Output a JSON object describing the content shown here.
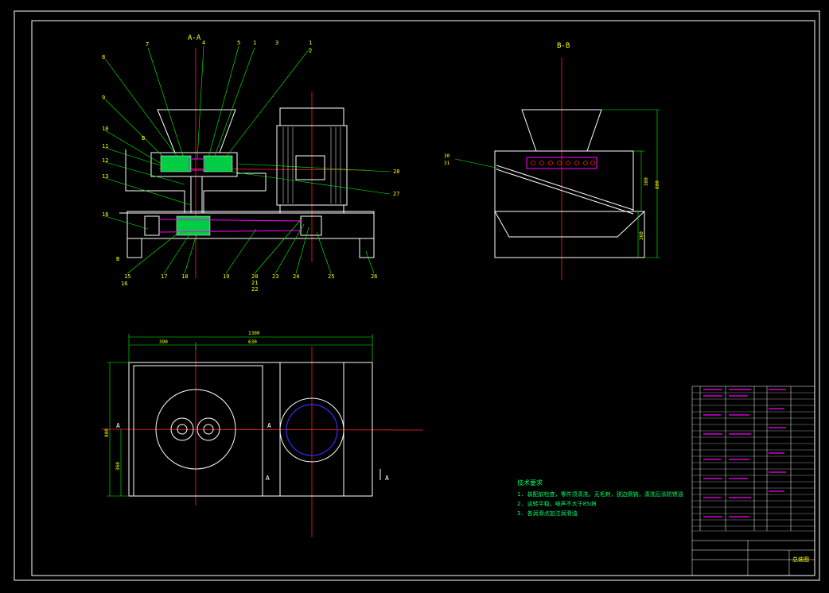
{
  "view_titles": {
    "section_aa": "A-A",
    "section_bb": "B-B"
  },
  "callouts_top": [
    "7",
    "4",
    "5",
    "1",
    "3",
    "1",
    "2"
  ],
  "callouts_left": [
    "8",
    "9",
    "10",
    "11",
    "12",
    "13",
    "16"
  ],
  "callouts_bottom": [
    "15",
    "16",
    "17",
    "18",
    "19",
    "20",
    "21",
    "22",
    "23",
    "24",
    "25",
    "26"
  ],
  "callouts_right": [
    "28",
    "27"
  ],
  "section_b_marks": [
    "B",
    "B"
  ],
  "bb_callouts": [
    "30",
    "31"
  ],
  "bb_dims": [
    "380",
    "800",
    "360"
  ],
  "plan_dims": [
    "1300",
    "390",
    "630",
    "800",
    "360"
  ],
  "plan_section_marks": [
    "A",
    "A",
    "A",
    "A"
  ],
  "tech_requirements": {
    "title": "技术要求",
    "items": [
      "1. 装配前检查，零件须清洗，无毛刺，锐边倒钝，清洗后涂防锈油",
      "2. 运转平稳，噪声不大于85dB",
      "3. 各润滑点加注润滑油"
    ]
  },
  "title_block": {
    "drawing_name": "总装图"
  },
  "colors": {
    "background": "#000000",
    "frame": "#ffffff",
    "outline": "#ffffff",
    "centerline": "#ff2020",
    "leader": "#00ff00",
    "callout_text": "#ffff00",
    "hatch": "#ff00ff",
    "part_fill": "#00cc44",
    "bore": "#3030ff"
  }
}
